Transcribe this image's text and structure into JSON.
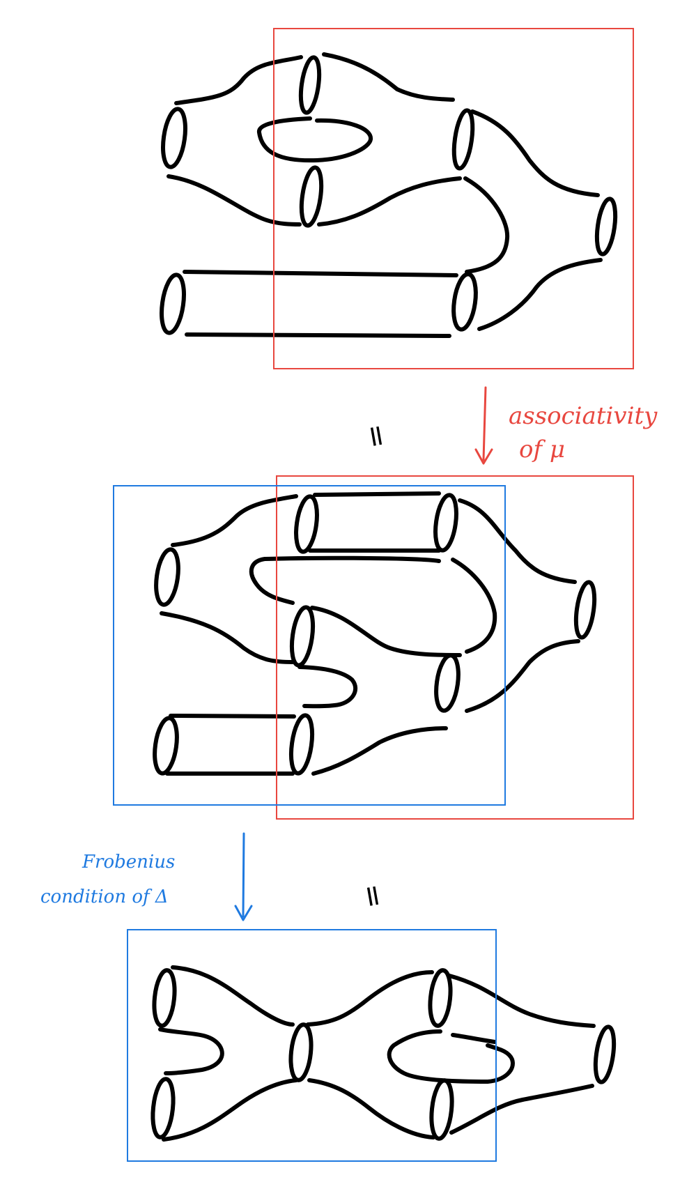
{
  "colors": {
    "red": "#e8473f",
    "blue": "#1f7ae0",
    "ink": "#000000"
  },
  "annotations": {
    "assoc_line1": "associativity",
    "assoc_line2": "of μ",
    "frob_line1": "Frobenius",
    "frob_line2": "condition of Δ",
    "equals_1": "=",
    "equals_2": "="
  }
}
